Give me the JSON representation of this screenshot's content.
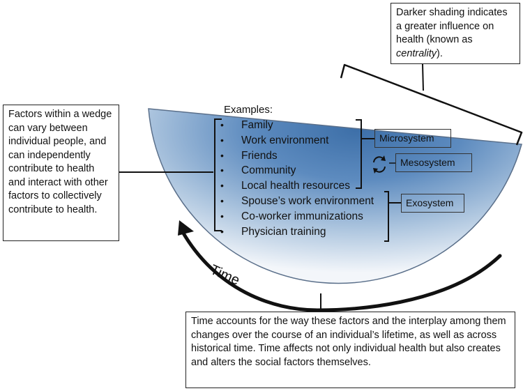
{
  "notes": {
    "centrality": {
      "before": "Darker shading indicates a greater influence on health (known as ",
      "emphasis": "centrality",
      "after": ")."
    },
    "factors": "Factors within a wedge can vary between individual people, and can independently contribute to health and interact with other factors to collectively contribute to health.",
    "time": "Time accounts for the way these factors and the interplay among them changes over the course of an individual’s lifetime, as well as across historical time. Time affects not only individual health but also creates and alters the social factors themselves."
  },
  "wedge": {
    "examples_title": "Examples:",
    "bullet": "•",
    "examples": [
      "Family",
      "Work environment",
      "Friends",
      "Community",
      "Local health resources",
      "Spouse’s work environment",
      "Co-worker immunizations",
      "Physician training"
    ]
  },
  "systems": {
    "microsystem": "Microsystem",
    "mesosystem": "Mesosystem",
    "exosystem": "Exosystem"
  },
  "time_label": "Time",
  "colors": {
    "wedge_dark": "#3d6fa8",
    "wedge_light": "#f3f6fa",
    "wedge_edge": "#5a6f8a",
    "line": "#111111"
  }
}
